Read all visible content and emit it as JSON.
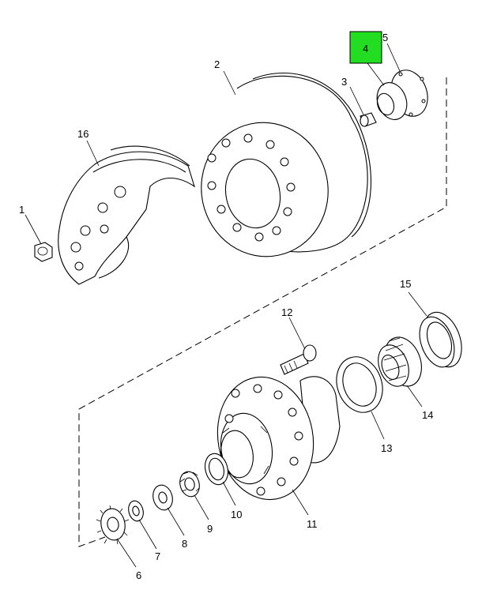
{
  "callouts": {
    "c1": "1",
    "c2": "2",
    "c3": "3",
    "c4": "4",
    "c5": "5",
    "c6": "6",
    "c7": "7",
    "c8": "8",
    "c9": "9",
    "c10": "10",
    "c11": "11",
    "c12": "12",
    "c13": "13",
    "c14": "14",
    "c15": "15",
    "c16": "16"
  },
  "highlight": {
    "label": "4",
    "color": "#22dd22"
  }
}
